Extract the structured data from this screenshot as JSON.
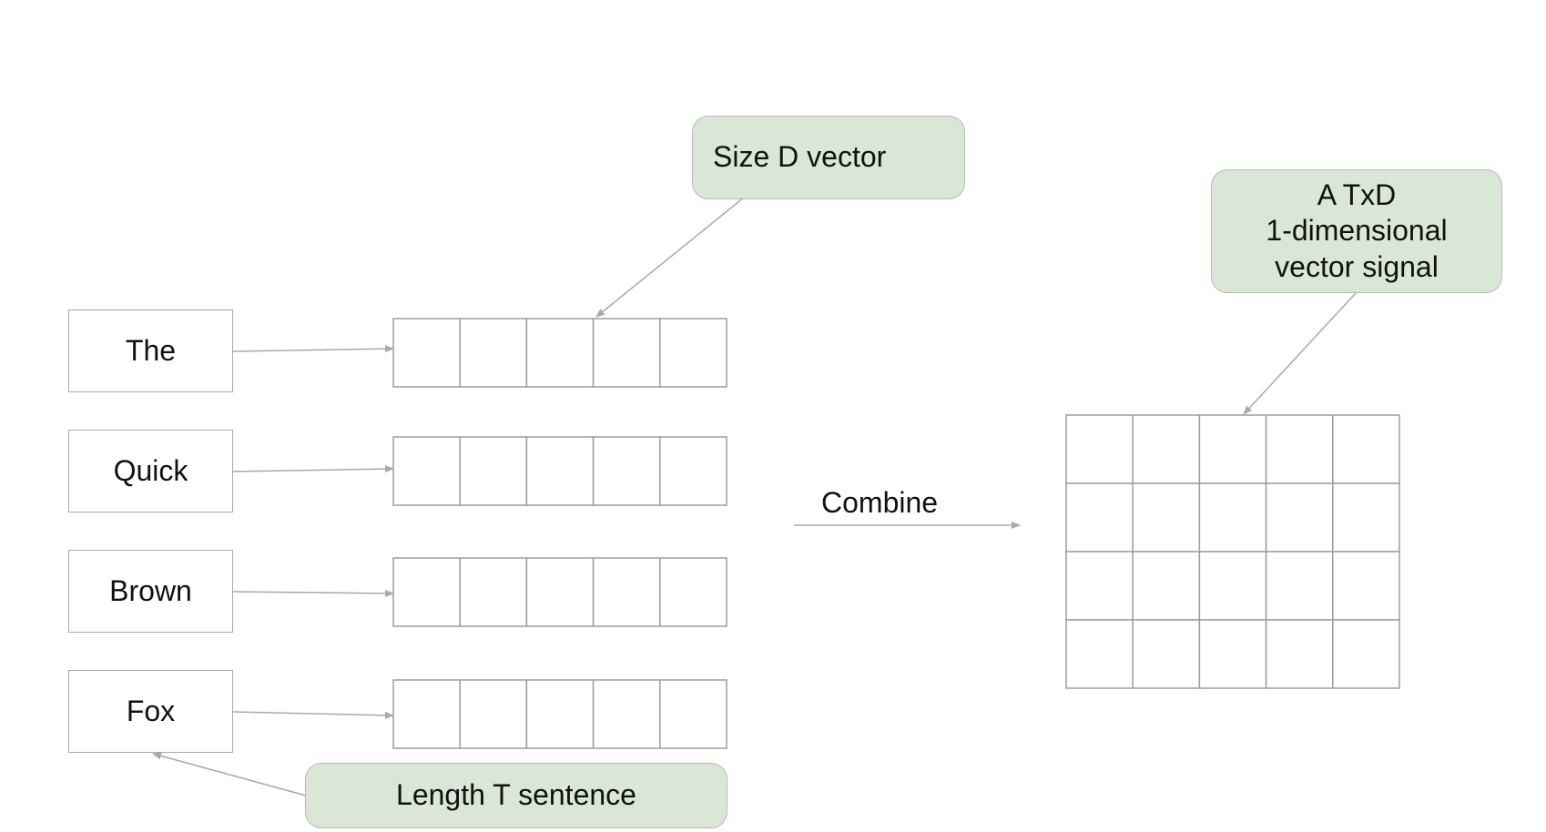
{
  "diagram": {
    "words": [
      "The",
      "Quick",
      "Brown",
      "Fox"
    ],
    "vector_cells": 5,
    "matrix": {
      "rows": 4,
      "cols": 5
    },
    "combine_label": "Combine",
    "callouts": {
      "size_d": "Size D vector",
      "length_t": "Length T sentence",
      "txd": [
        "A TxD",
        "1-dimensional",
        "vector signal"
      ]
    },
    "colors": {
      "callout_fill": "#dbe7d6",
      "callout_border": "#b2bfac",
      "line": "#a9a9a9",
      "grid": "#9d9d9d",
      "text": "#111111"
    }
  }
}
